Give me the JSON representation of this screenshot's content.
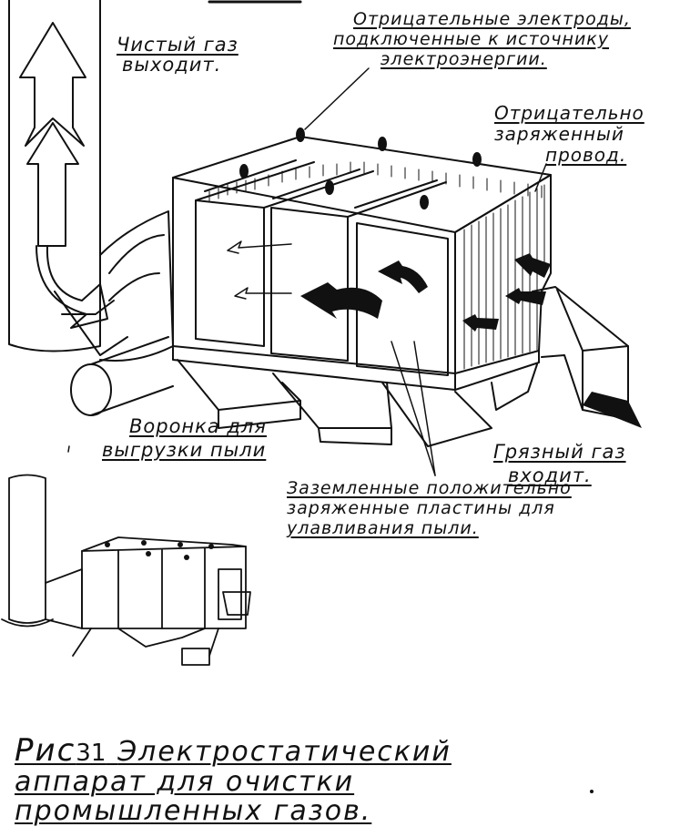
{
  "labels": {
    "clean_gas": [
      "Чистый газ",
      "выходит."
    ],
    "neg_electrodes": [
      "Отрицательные электроды,",
      "подключенные к источнику",
      "электроэнергии."
    ],
    "neg_wire": [
      "Отрицательно",
      "заряженный",
      "провод."
    ],
    "hopper": [
      "Воронка для",
      "выгрузки пыли"
    ],
    "dirty_gas": [
      "Грязный газ",
      "входит."
    ],
    "plates": [
      "Заземленные положительно",
      "заряженные пластины для",
      "улавливания пыли."
    ]
  },
  "caption": {
    "prefix": "Рис",
    "number": "31",
    "lines": [
      "Электростатический",
      "аппарат для очистки",
      "промышленных газов."
    ]
  }
}
